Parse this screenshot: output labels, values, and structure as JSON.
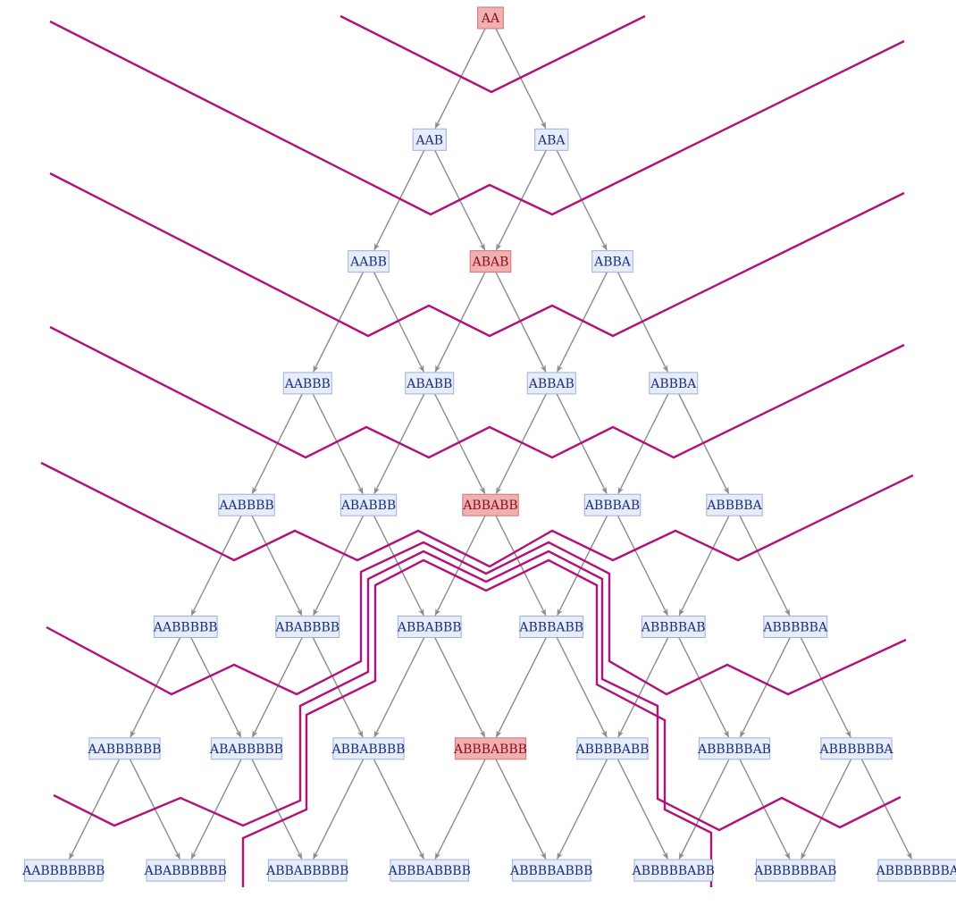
{
  "colors": {
    "node_fill": "#e6ecf8",
    "node_stroke": "#9fb0d8",
    "node_text": "#1d2f7a",
    "highlight_fill": "#f0b0b0",
    "highlight_stroke": "#cc7777",
    "highlight_text": "#8a1020",
    "edge": "#8c8c8c",
    "foliation": "#b0127a"
  },
  "graph": {
    "levels": [
      [
        "AA"
      ],
      [
        "AAB",
        "ABA"
      ],
      [
        "AABB",
        "ABAB",
        "ABBA"
      ],
      [
        "AABBB",
        "ABABB",
        "ABBAB",
        "ABBBA"
      ],
      [
        "AABBBB",
        "ABABBB",
        "ABBABB",
        "ABBBAB",
        "ABBBBA"
      ],
      [
        "AABBBBB",
        "ABABBBB",
        "ABBABBB",
        "ABBBABB",
        "ABBBBAB",
        "ABBBBBA"
      ],
      [
        "AABBBBBB",
        "ABABBBBB",
        "ABBABBBB",
        "ABBBABBB",
        "ABBBBABB",
        "ABBBBBAB",
        "ABBBBBBA"
      ],
      [
        "AABBBBBBB",
        "ABABBBBBB",
        "ABBABBBBB",
        "ABBBABBBB",
        "ABBBBABBB",
        "ABBBBBABB",
        "ABBBBBBAB",
        "ABBBBBBBA"
      ]
    ],
    "highlighted": [
      "AA",
      "ABAB",
      "ABBABB",
      "ABBBABBB"
    ]
  }
}
